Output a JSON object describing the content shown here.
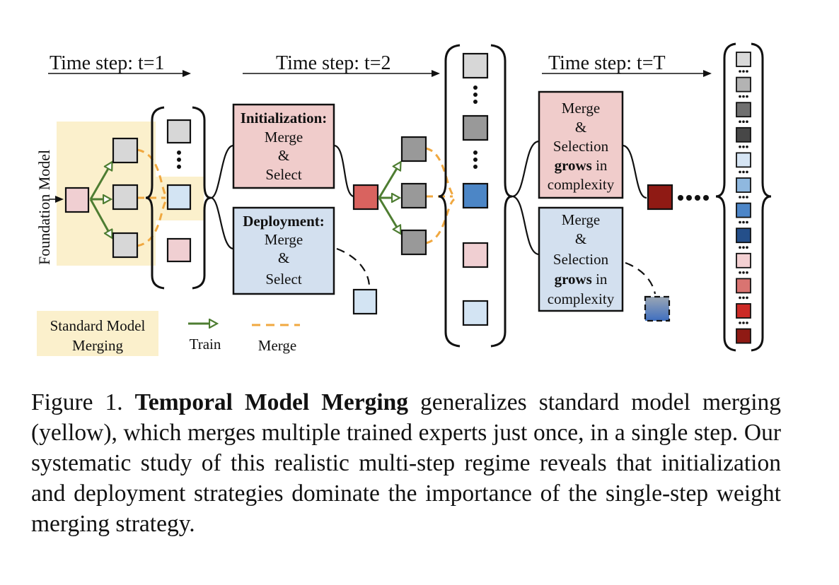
{
  "timesteps": [
    "Time step: t=1",
    "Time step: t=2",
    "Time step: t=T"
  ],
  "foundation_label": "Foundation Model",
  "init_box": {
    "title": "Initialization:",
    "lines": [
      "Merge",
      "&",
      "Select"
    ]
  },
  "deploy_box": {
    "title": "Deployment:",
    "lines": [
      "Merge",
      "&",
      "Select"
    ]
  },
  "grow_box_top": {
    "lines": [
      "Merge",
      "&",
      "Selection",
      "complexity"
    ],
    "bold_word": "grows",
    "suffix": " in"
  },
  "grow_box_bottom": {
    "lines": [
      "Merge",
      "&",
      "Selection",
      "complexity"
    ],
    "bold_word": "grows",
    "suffix": " in"
  },
  "legend": {
    "standard_line1": "Standard Model",
    "standard_line2": "Merging",
    "train": "Train",
    "merge": "Merge"
  },
  "caption": {
    "prefix": "Figure 1. ",
    "bold": "Temporal Model Merging",
    "text": " generalizes standard model merging (yellow), which merges multiple trained experts just once, in a single step.  Our systematic study of this realistic multi-step regime reveals that initialization and deployment strategies dominate the importance of the single-step weight merging strategy."
  },
  "colors": {
    "yellow_bg": "#fbf0cc",
    "init_fill": "#f0cccb",
    "deploy_fill": "#d3e0ef",
    "train_arrow": "#4e7d32",
    "merge_dash": "#f0a840",
    "model_pink": "#f0cfd2",
    "model_lightgray": "#d7d7d7",
    "model_gray": "#999999",
    "model_lightblue": "#d3e4f3",
    "model_blue": "#4c86c6",
    "model_red": "#d9635f",
    "model_darkred": "#8f1a14"
  },
  "final_column_colors": [
    "#d9d9d9",
    "#b3b3b3",
    "#6f6f6f",
    "#474747",
    "#d6e5f4",
    "#8fb8df",
    "#4d86c8",
    "#244f8a",
    "#f3d0d2",
    "#d97471",
    "#cc2a26",
    "#8f1a14"
  ]
}
